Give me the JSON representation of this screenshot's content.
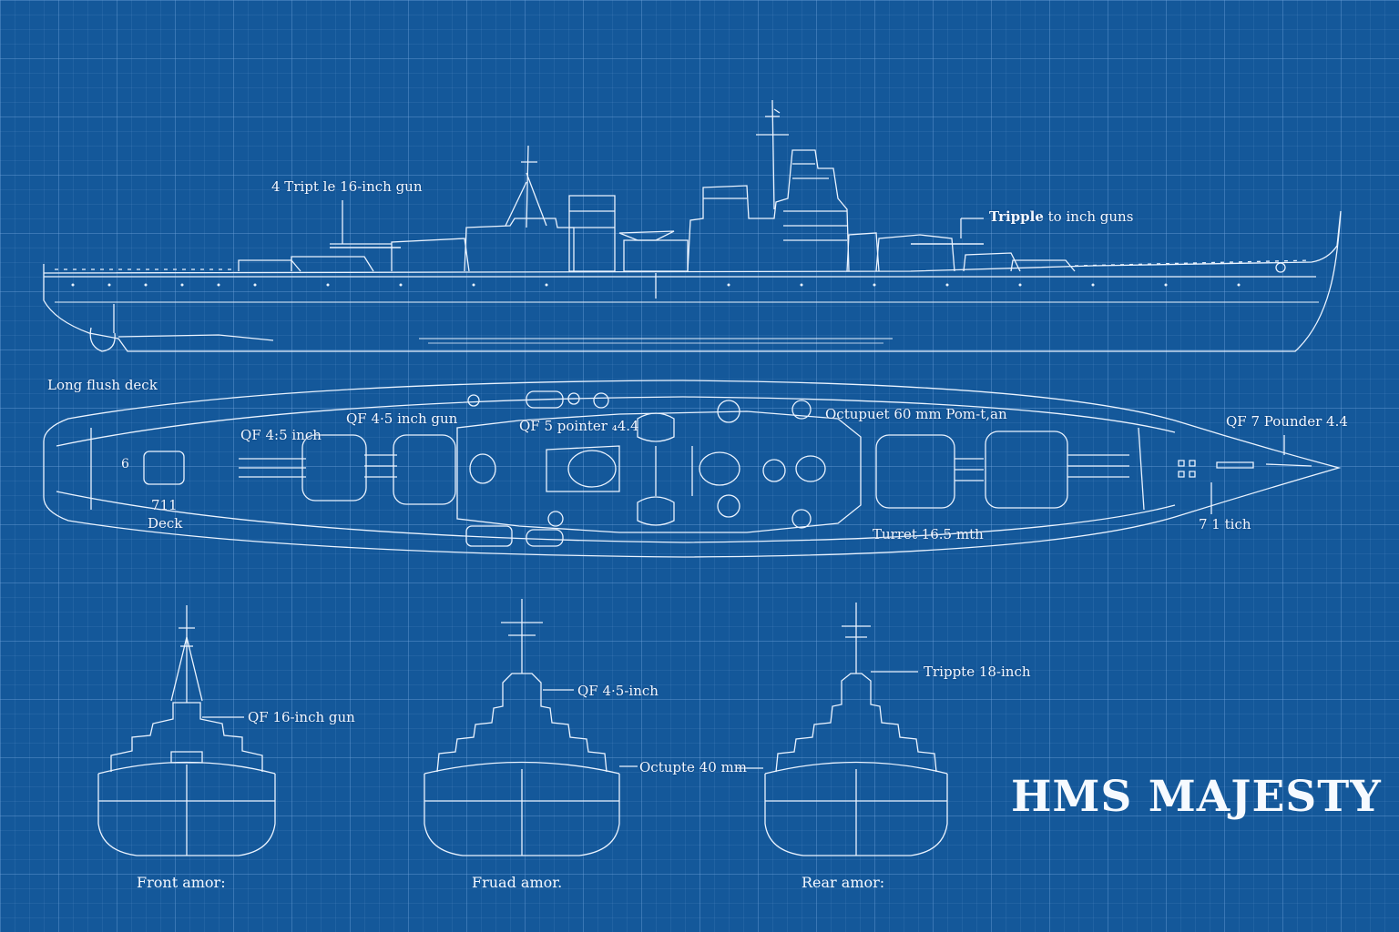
{
  "title": "HMS MAJESTY",
  "side_view": {
    "label_fwd_gun": "4 Tript le 16-inch gun",
    "label_aft_gun_bold": "Tripple",
    "label_aft_gun_rest": " to inch guns",
    "label_deck": "Long flush deck"
  },
  "top_view": {
    "label_qf45": "QF 4:5 inch",
    "label_qf45_gun": "QF 4·5 inch gun",
    "label_qf5": "QF 5 pointer ₄4.4",
    "label_octuple": "Octupuet 60 mm Pom-t,an",
    "label_qf7": "QF 7 Pounder 4.4",
    "label_711": "711",
    "label_deck": "Deck",
    "label_turret": "Turret 16.5 mth",
    "label_71tich": "7 1 tich",
    "label_bay": "6"
  },
  "end_views": [
    {
      "caption": "Front amor:",
      "label": "QF 16-inch gun"
    },
    {
      "caption": "Fruad amor.",
      "label_top": "QF 4·5-inch",
      "label_bottom": "Octupte 40 mm"
    },
    {
      "caption": "Rear amor:",
      "label": "Trippte 18-inch"
    }
  ],
  "colors": {
    "background": "#14589a",
    "line": "#eaf3ff"
  }
}
